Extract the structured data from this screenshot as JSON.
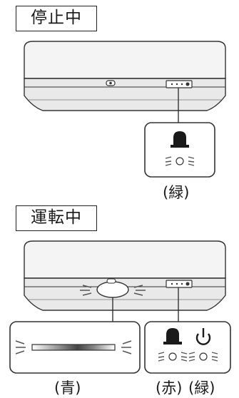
{
  "sections": {
    "stopped": {
      "title": "停止中",
      "indicator_label": "(緑)",
      "indicator_icon": "power-lamp-icon",
      "lamp_color": "#9a9a9a"
    },
    "running": {
      "title": "運転中",
      "indicator_labels": [
        "(青)",
        "(赤)",
        "(緑)"
      ],
      "indicators": [
        {
          "icon": "light-bar-lamp-icon",
          "label": "(青)"
        },
        {
          "icon": "lamp-icon",
          "label": "(赤)"
        },
        {
          "icon": "power-icon",
          "label": "(緑)"
        }
      ]
    }
  },
  "colors": {
    "unit_fill": "#f2f2f2",
    "unit_stroke": "#333333",
    "glow_stroke": "#555555",
    "panel_fill": "#ffffff"
  }
}
